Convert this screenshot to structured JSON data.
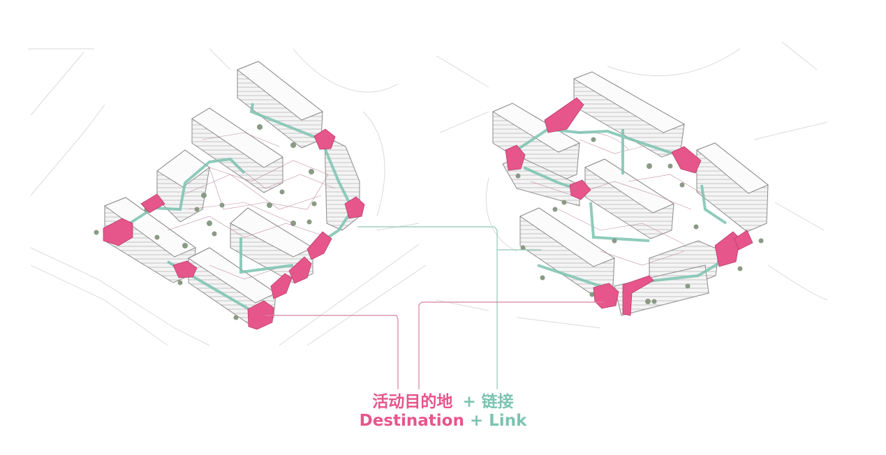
{
  "legend": {
    "cn_destination": "活动目的地",
    "cn_link": "链接",
    "en_destination": "Destination",
    "en_link": "Link",
    "plus": "+"
  },
  "colors": {
    "destination": "#e6568a",
    "link": "#7cc3b0",
    "building_fill": "#f7f7f7",
    "building_stroke": "#8a8a8a",
    "road": "#d6d6d6",
    "tree": "#8a9a84",
    "path_web": "#b07090",
    "leader_pink": "#d9809f",
    "leader_teal": "#8fc8b8"
  }
}
